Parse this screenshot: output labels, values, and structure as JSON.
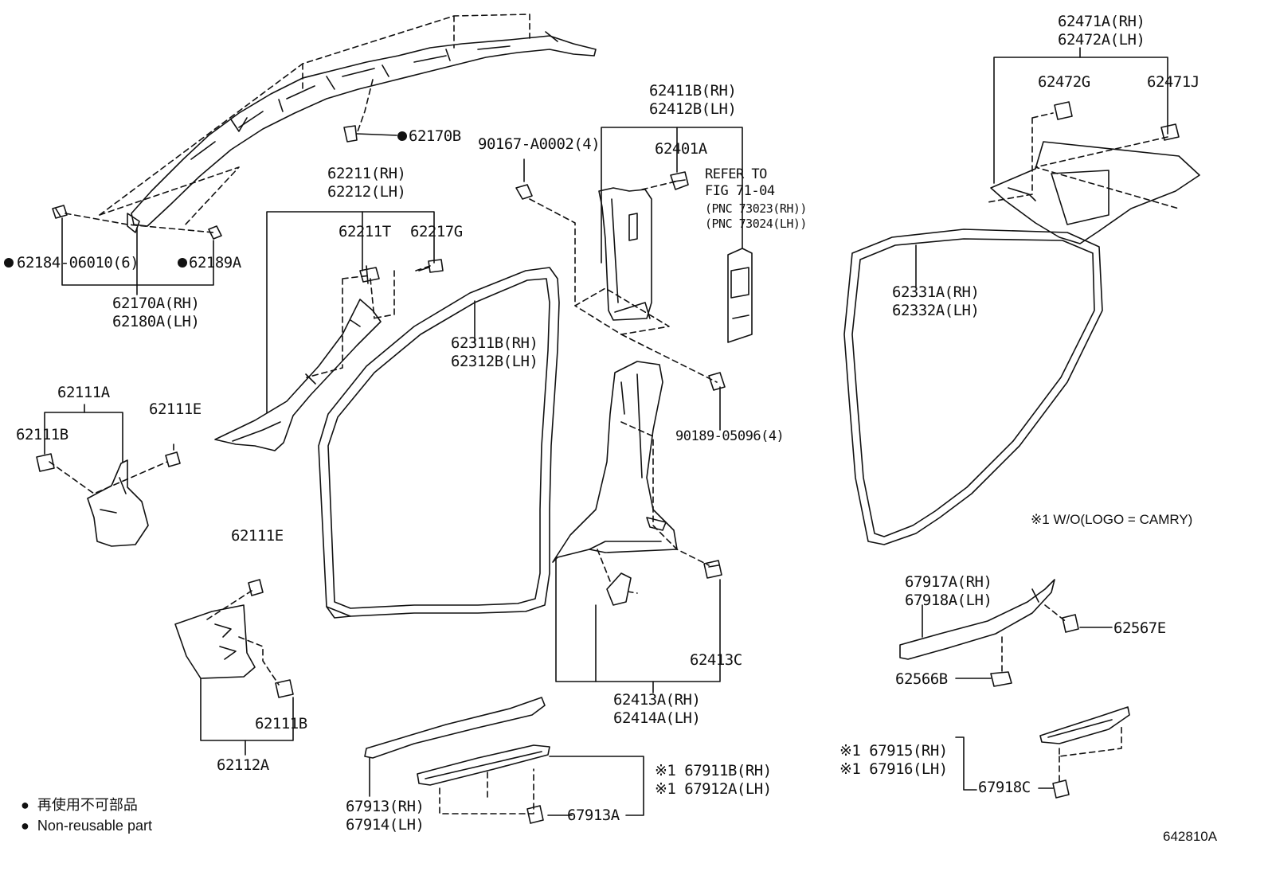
{
  "labels": {
    "p62170B": "62170B",
    "p62184": "62184-06010(6)",
    "p62189A": "62189A",
    "p62170A_rh": "62170A(RH)",
    "p62180A_lh": "62180A(LH)",
    "p90167": "90167-A0002(4)",
    "p62211_rh": "62211(RH)",
    "p62212_lh": "62212(LH)",
    "p62211T": "62211T",
    "p62217G": "62217G",
    "p62411B_rh": "62411B(RH)",
    "p62412B_lh": "62412B(LH)",
    "p62401A": "62401A",
    "refer1": "REFER TO",
    "refer2": "FIG 71-04",
    "refer3": "(PNC 73023(RH))",
    "refer4": "(PNC 73024(LH))",
    "p62471A_rh": "62471A(RH)",
    "p62472A_lh": "62472A(LH)",
    "p62472G": "62472G",
    "p62471J": "62471J",
    "p62331A_rh": "62331A(RH)",
    "p62332A_lh": "62332A(LH)",
    "p62311B_rh": "62311B(RH)",
    "p62312B_lh": "62312B(LH)",
    "p62111A": "62111A",
    "p62111B_a": "62111B",
    "p62111E_a": "62111E",
    "p90189": "90189-05096(4)",
    "note_wo_logo": "※1 W/O(LOGO = CAMRY)",
    "p62111E_b": "62111E",
    "p62111B_b": "62111B",
    "p62112A": "62112A",
    "p62413C": "62413C",
    "p62413A_rh": "62413A(RH)",
    "p62414A_lh": "62414A(LH)",
    "p67917A_rh": "67917A(RH)",
    "p67918A_lh": "67918A(LH)",
    "p62567E": "62567E",
    "p62566B": "62566B",
    "p67911B_rh": "※1 67911B(RH)",
    "p67912A_lh": "※1 67912A(LH)",
    "p67913_rh": "67913(RH)",
    "p67914_lh": "67914(LH)",
    "p67913A": "67913A",
    "p67915_rh": "※1 67915(RH)",
    "p67916_lh": "※1 67916(LH)",
    "p67918C": "67918C"
  },
  "legend": {
    "jp": "再使用不可部品",
    "en": "Non-reusable part"
  },
  "figure_code": "642810A"
}
